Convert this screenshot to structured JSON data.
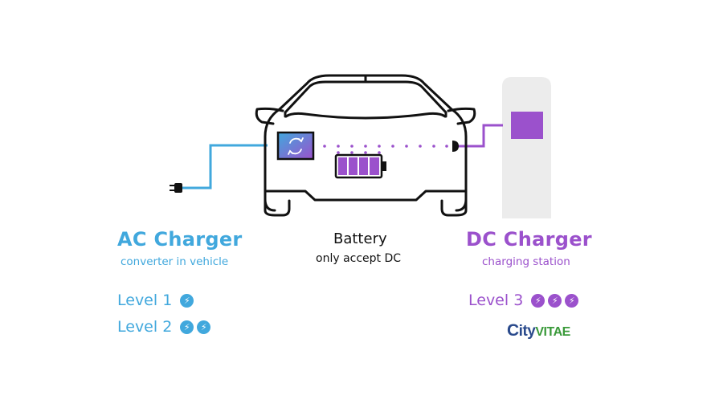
{
  "ac": {
    "title": "AC Charger",
    "subtitle": "converter in vehicle",
    "color": "#41a8dd"
  },
  "dc": {
    "title": "DC Charger",
    "subtitle": "charging station",
    "color": "#9b51cc"
  },
  "battery": {
    "title": "Battery",
    "subtitle": "only accept DC"
  },
  "levels": {
    "level1": {
      "label": "Level 1",
      "bolts": 1
    },
    "level2": {
      "label": "Level 2",
      "bolts": 2
    },
    "level3": {
      "label": "Level 3",
      "bolts": 3
    }
  },
  "logo": {
    "text": "CityVITAE",
    "part_c": "C",
    "part_ity": "ity",
    "part_vitae": "VITAE"
  },
  "icons": {
    "bolt": "lightning-bolt-icon",
    "converter": "refresh-arrows-icon",
    "plug": "ac-plug-icon"
  }
}
